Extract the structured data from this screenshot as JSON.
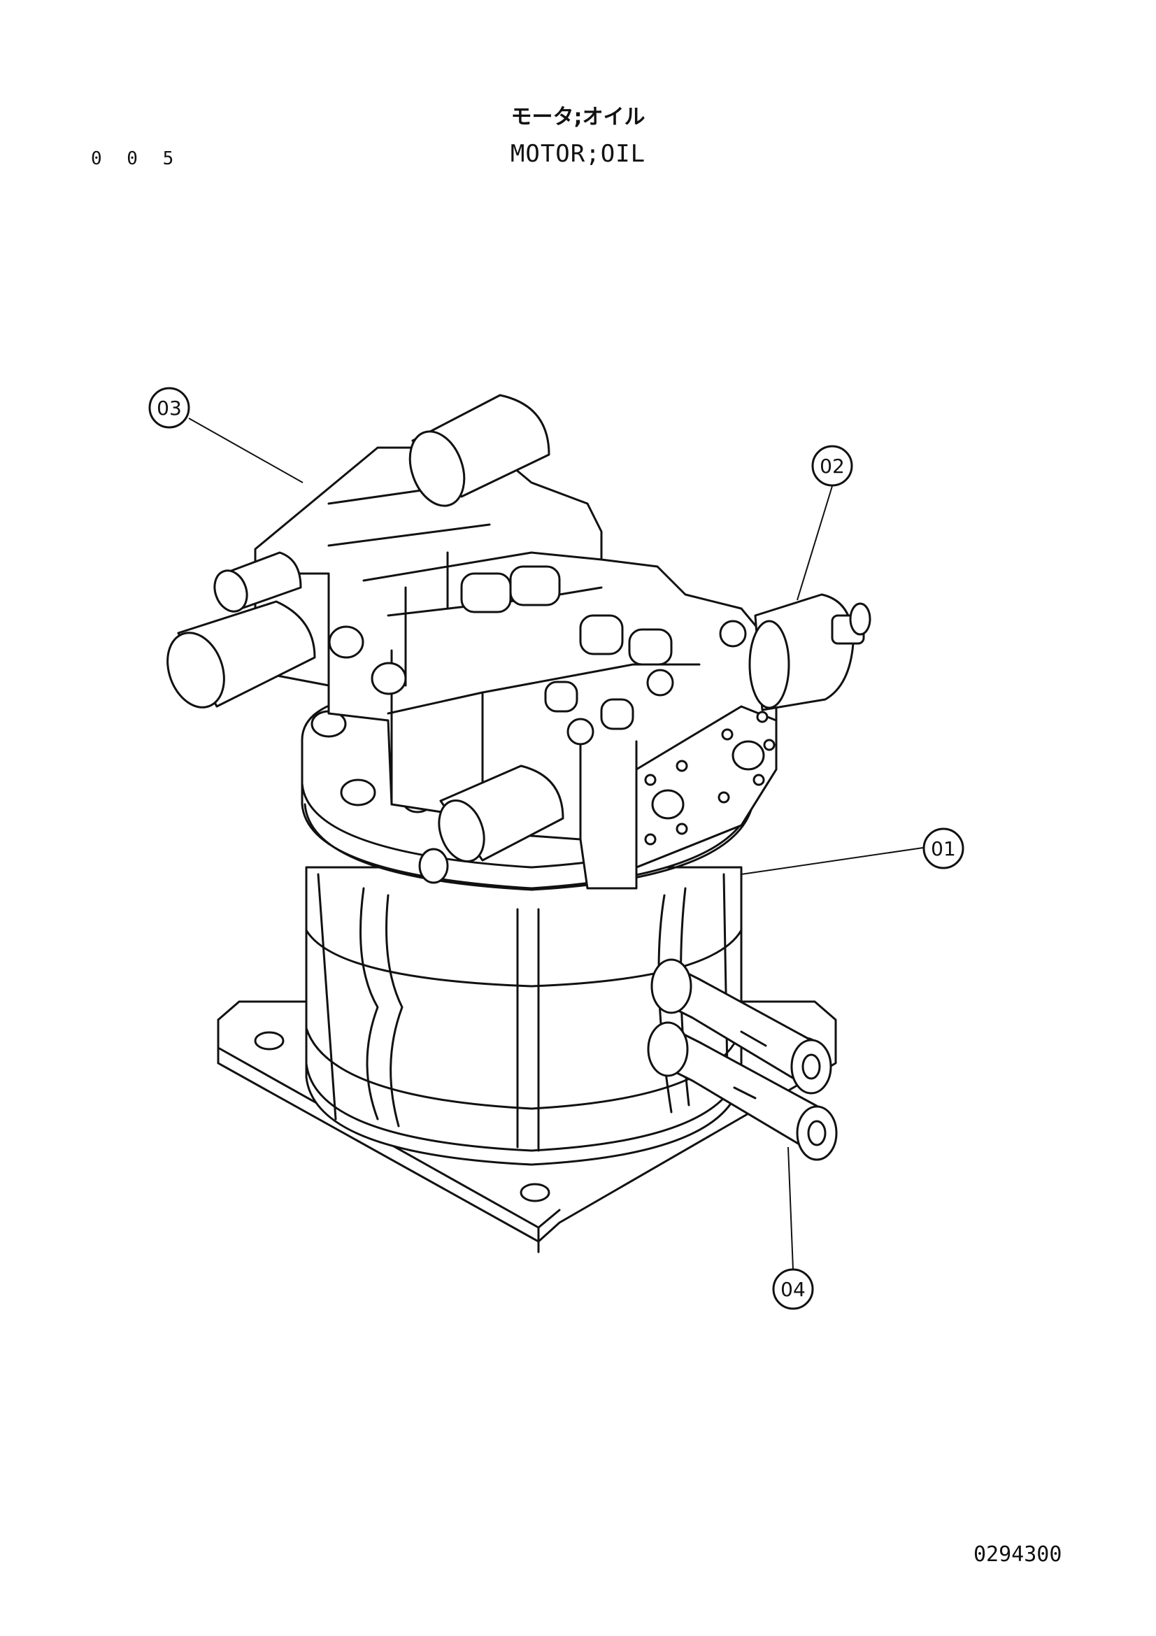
{
  "header": {
    "page_number": "0 0 5",
    "title_jp": "モータ;オイル",
    "title_en": "MOTOR;OIL"
  },
  "callouts": [
    {
      "id": "01",
      "label": "01"
    },
    {
      "id": "02",
      "label": "02"
    },
    {
      "id": "03",
      "label": "03"
    },
    {
      "id": "04",
      "label": "04"
    }
  ],
  "footer": {
    "drawing_number": "0294300"
  }
}
